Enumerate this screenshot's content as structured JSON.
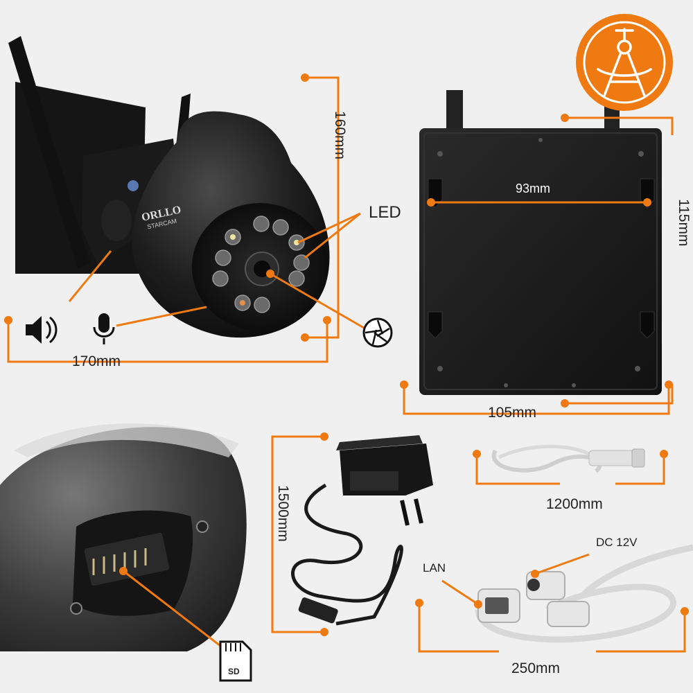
{
  "brand": {
    "name": "ORLLO",
    "sub": "STARCAM"
  },
  "camera": {
    "height_label": "160mm",
    "width_label": "170mm",
    "led_label": "LED"
  },
  "mount": {
    "hole_spacing_label": "93mm",
    "height_label": "115mm",
    "width_label": "105mm"
  },
  "accessories": {
    "adapter_cable_label": "1500mm",
    "lan_cable_label": "1200mm",
    "pigtail_label": "250mm",
    "lan_port_label": "LAN",
    "power_port_label": "DC 12V",
    "sd_label": "SD"
  },
  "icons": [
    "speaker-icon",
    "microphone-icon",
    "aperture-icon",
    "sd-card-icon",
    "measuring-compass-icon"
  ],
  "colors": {
    "accent": "#f07a12",
    "background": "#f0f0f0",
    "device": "#1c1c1c"
  }
}
